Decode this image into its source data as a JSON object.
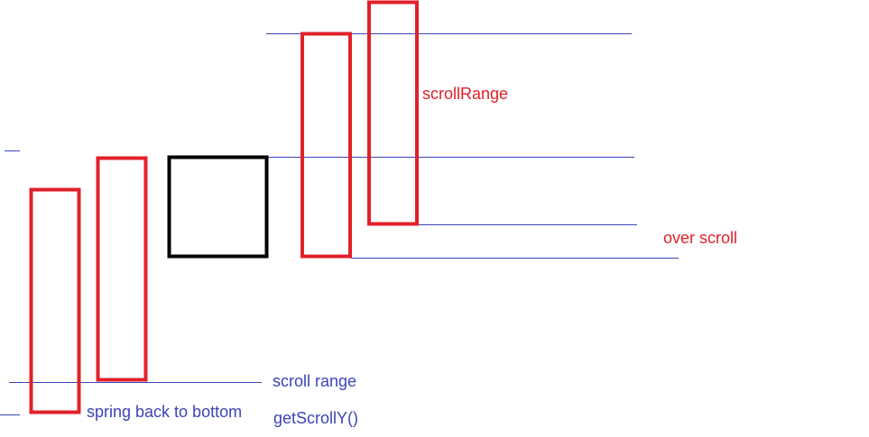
{
  "labels": {
    "scroll_range_red": "scrollRange",
    "over_scroll": "over scroll",
    "scroll_range_blue": "scroll range",
    "spring_back": "spring back to bottom",
    "get_scroll_y": "getScrollY()"
  },
  "colors": {
    "red": "#e2202a",
    "black": "#000000",
    "blue_line": "#3a44b8",
    "blue_text": "#3a44b8",
    "background": "#ffffff"
  }
}
